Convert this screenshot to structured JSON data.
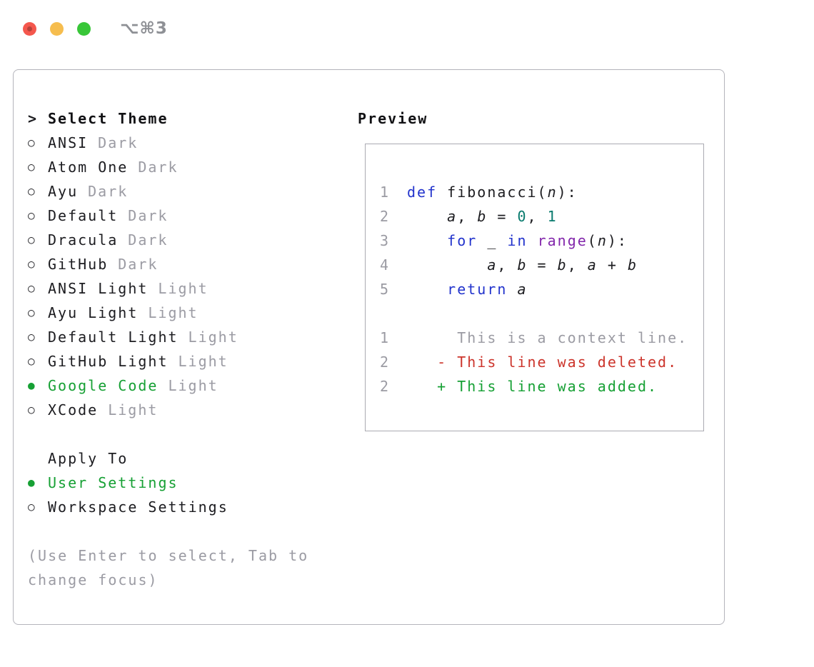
{
  "window": {
    "shortcut_label": "⌥⌘3"
  },
  "glyphs": {
    "prompt": ">",
    "radio_off": "○",
    "radio_on": "●"
  },
  "colors": {
    "accent_green": "#16a034",
    "deleted_red": "#cc342b",
    "keyword_blue": "#2233cc",
    "builtin_purple": "#8227ab",
    "number_teal": "#077a6d",
    "muted_gray": "#9b9ba3",
    "text_dark": "#1c1c20"
  },
  "theme_picker": {
    "title": "Select Theme",
    "themes": [
      {
        "name": "ANSI",
        "variant": "Dark",
        "selected": false
      },
      {
        "name": "Atom One",
        "variant": "Dark",
        "selected": false
      },
      {
        "name": "Ayu",
        "variant": "Dark",
        "selected": false
      },
      {
        "name": "Default",
        "variant": "Dark",
        "selected": false
      },
      {
        "name": "Dracula",
        "variant": "Dark",
        "selected": false
      },
      {
        "name": "GitHub",
        "variant": "Dark",
        "selected": false
      },
      {
        "name": "ANSI Light",
        "variant": "Light",
        "selected": false
      },
      {
        "name": "Ayu Light",
        "variant": "Light",
        "selected": false
      },
      {
        "name": "Default Light",
        "variant": "Light",
        "selected": false
      },
      {
        "name": "GitHub Light",
        "variant": "Light",
        "selected": false
      },
      {
        "name": "Google Code",
        "variant": "Light",
        "selected": true
      },
      {
        "name": "XCode",
        "variant": "Light",
        "selected": false
      }
    ],
    "apply_to": {
      "title": "Apply To",
      "options": [
        {
          "label": "User Settings",
          "selected": true
        },
        {
          "label": "Workspace Settings",
          "selected": false
        }
      ]
    },
    "help": [
      "(Use Enter to select, Tab to",
      "change focus)"
    ]
  },
  "preview": {
    "title": "Preview",
    "code": {
      "lines": [
        {
          "num": "1",
          "tokens": [
            {
              "t": "def",
              "k": "kw"
            },
            {
              "t": " fibonacci(",
              "k": "pl"
            },
            {
              "t": "n",
              "k": "va"
            },
            {
              "t": "):",
              "k": "pl"
            }
          ]
        },
        {
          "num": "2",
          "tokens": [
            {
              "t": "    ",
              "k": "pl"
            },
            {
              "t": "a",
              "k": "va"
            },
            {
              "t": ", ",
              "k": "pl"
            },
            {
              "t": "b",
              "k": "va"
            },
            {
              "t": " = ",
              "k": "pl"
            },
            {
              "t": "0",
              "k": "nu"
            },
            {
              "t": ", ",
              "k": "pl"
            },
            {
              "t": "1",
              "k": "nu"
            }
          ]
        },
        {
          "num": "3",
          "tokens": [
            {
              "t": "    ",
              "k": "pl"
            },
            {
              "t": "for",
              "k": "kw"
            },
            {
              "t": " ",
              "k": "pl"
            },
            {
              "t": "_",
              "k": "va"
            },
            {
              "t": " ",
              "k": "pl"
            },
            {
              "t": "in",
              "k": "kw"
            },
            {
              "t": " ",
              "k": "pl"
            },
            {
              "t": "range",
              "k": "ty"
            },
            {
              "t": "(",
              "k": "pl"
            },
            {
              "t": "n",
              "k": "va"
            },
            {
              "t": "):",
              "k": "pl"
            }
          ]
        },
        {
          "num": "4",
          "tokens": [
            {
              "t": "        ",
              "k": "pl"
            },
            {
              "t": "a",
              "k": "va"
            },
            {
              "t": ", ",
              "k": "pl"
            },
            {
              "t": "b",
              "k": "va"
            },
            {
              "t": " = ",
              "k": "pl"
            },
            {
              "t": "b",
              "k": "va"
            },
            {
              "t": ", ",
              "k": "pl"
            },
            {
              "t": "a",
              "k": "va"
            },
            {
              "t": " + ",
              "k": "pl"
            },
            {
              "t": "b",
              "k": "va"
            }
          ]
        },
        {
          "num": "5",
          "tokens": [
            {
              "t": "    ",
              "k": "pl"
            },
            {
              "t": "return",
              "k": "kw"
            },
            {
              "t": " ",
              "k": "pl"
            },
            {
              "t": "a",
              "k": "va"
            }
          ]
        }
      ]
    },
    "diff": [
      {
        "num": "1",
        "text": "     This is a context line.",
        "kind": "context"
      },
      {
        "num": "2",
        "text": "   - This line was deleted.",
        "kind": "deleted"
      },
      {
        "num": "2",
        "text": "   + This line was added.",
        "kind": "added"
      }
    ]
  }
}
